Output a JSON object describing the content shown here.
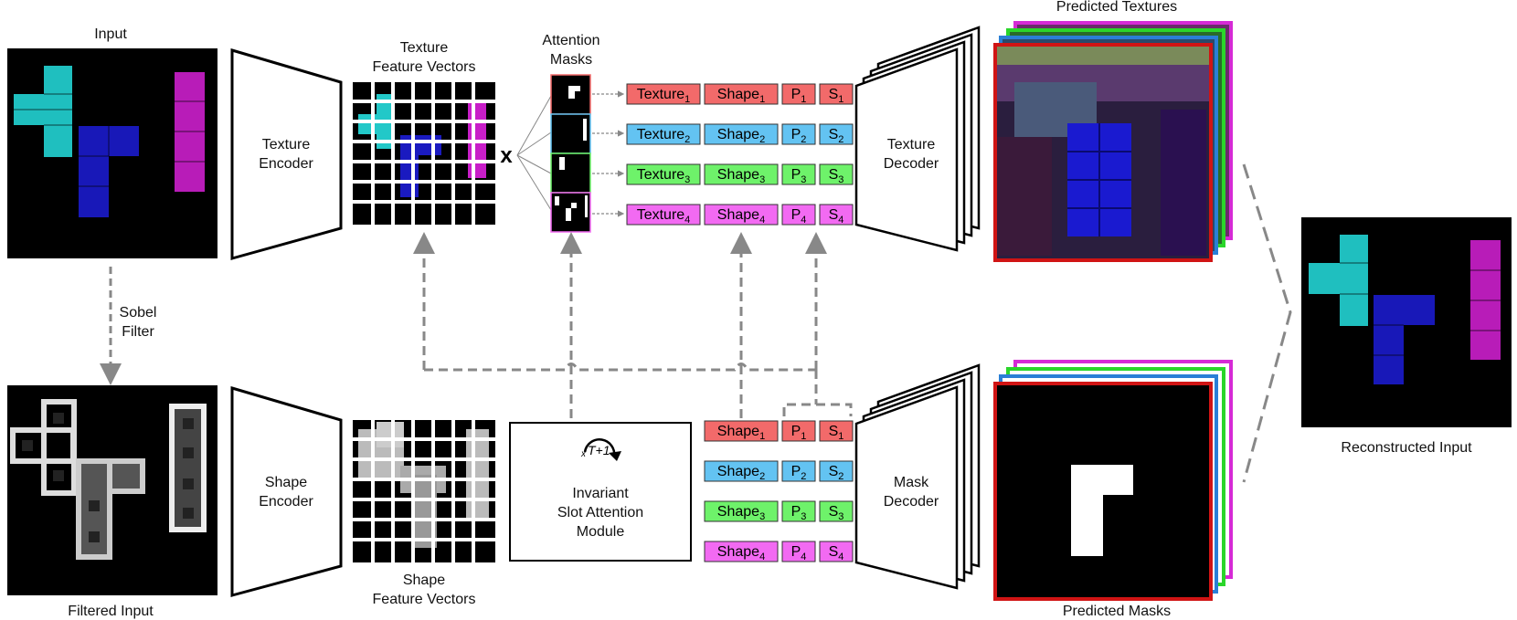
{
  "labels": {
    "input": "Input",
    "sobel_line1": "Sobel",
    "sobel_line2": "Filter",
    "filtered_input": "Filtered Input",
    "texture_encoder_line1": "Texture",
    "texture_encoder_line2": "Encoder",
    "shape_encoder_line1": "Shape",
    "shape_encoder_line2": "Encoder",
    "texture_fv_line1": "Texture",
    "texture_fv_line2": "Feature Vectors",
    "shape_fv_line1": "Shape",
    "shape_fv_line2": "Feature Vectors",
    "multiply": "x",
    "attention_line1": "Attention",
    "attention_line2": "Masks",
    "isa_line1": "Invariant",
    "isa_line2": "Slot Attention",
    "isa_line3": "Module",
    "isa_loop_x": "x",
    "isa_loop_t": "T+1",
    "texture_decoder_line1": "Texture",
    "texture_decoder_line2": "Decoder",
    "mask_decoder_line1": "Mask",
    "mask_decoder_line2": "Decoder",
    "predicted_textures": "Predicted Textures",
    "predicted_masks": "Predicted Masks",
    "reconstructed_input": "Reconstructed Input"
  },
  "slots": [
    {
      "texture": "Texture",
      "shape": "Shape",
      "p": "P",
      "s": "S",
      "index": "1",
      "color": "#f26a6a"
    },
    {
      "texture": "Texture",
      "shape": "Shape",
      "p": "P",
      "s": "S",
      "index": "2",
      "color": "#63c3f2"
    },
    {
      "texture": "Texture",
      "shape": "Shape",
      "p": "P",
      "s": "S",
      "index": "3",
      "color": "#6ef26a"
    },
    {
      "texture": "Texture",
      "shape": "Shape",
      "p": "P",
      "s": "S",
      "index": "4",
      "color": "#f26af2"
    }
  ],
  "colors": {
    "slot1": "#f26a6a",
    "slot2": "#63c3f2",
    "slot3": "#6ef26a",
    "slot4": "#f26af2",
    "frame1": "#d01414",
    "frame2": "#2a7fd6",
    "frame3": "#2ad62a",
    "frame4": "#d62ad6",
    "cyan": "#22c8c8",
    "blue": "#1a1ac0",
    "magenta": "#c81ec8",
    "arrow": "#888888"
  }
}
